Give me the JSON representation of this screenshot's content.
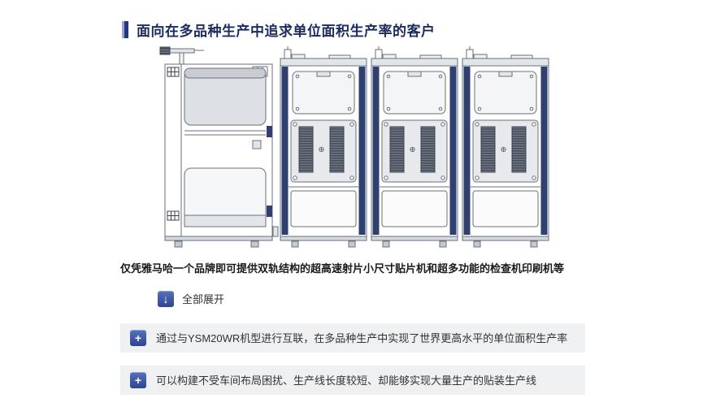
{
  "page": {
    "background": "#ffffff"
  },
  "header": {
    "title": "面向在多品种生产中追求单位面积生产率的客户",
    "accent_color": "#24367c"
  },
  "illustration": {
    "name": "smt-production-line-diagram",
    "machines": [
      "screen-printer",
      "mounter",
      "mounter",
      "mounter"
    ],
    "accent_color": "#2e3f70"
  },
  "description": {
    "text": "仅凭雅马哈一个品牌即可提供双轨结构的超高速射片小尺寸贴片机和超多功能的检查机印刷机等"
  },
  "expand": {
    "label": "全部展开",
    "icon": "down-arrow-icon",
    "icon_glyph": "↓",
    "icon_color": "#3b54a5"
  },
  "accordion": {
    "row_background": "#eef0f1",
    "items": [
      {
        "icon": "plus-icon",
        "icon_glyph": "+",
        "label": "通过与YSM20WR机型进行互联，在多品种生产中实现了世界更高水平的单位面积生产率"
      },
      {
        "icon": "plus-icon",
        "icon_glyph": "+",
        "label": "可以构建不受车间布局困扰、生产线长度较短、却能够实现大量生产的贴装生产线"
      }
    ]
  }
}
